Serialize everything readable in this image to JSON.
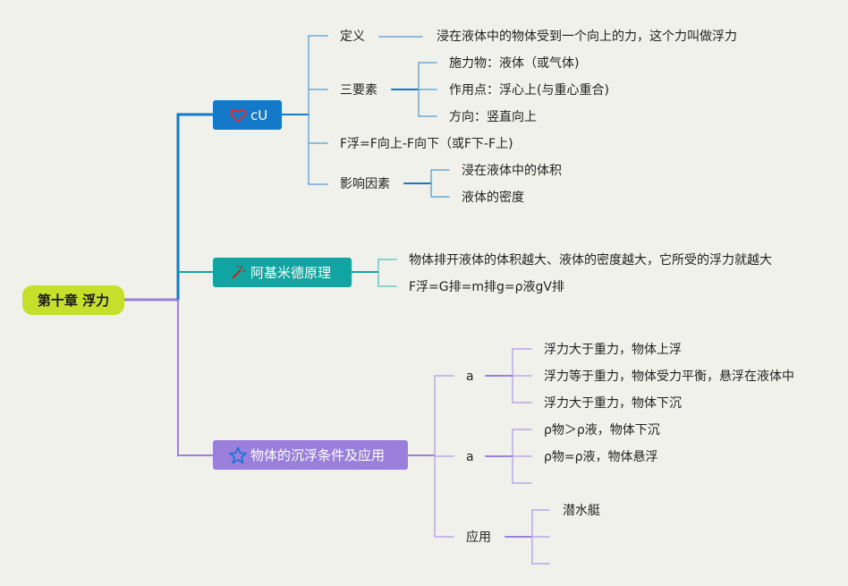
{
  "root": {
    "label": "第十章 浮力"
  },
  "branches": [
    {
      "label": "cU",
      "icon": "heart-icon",
      "color": "#1479c9",
      "children": [
        {
          "label": "定义",
          "children": [
            "浸在液体中的物体受到一个向上的力，这个力叫做浮力"
          ]
        },
        {
          "label": "三要素",
          "children": [
            "施力物：液体（或气体)",
            "作用点：浮心上(与重心重合)",
            "方向：竖直向上"
          ]
        },
        {
          "label": "F浮=F向上-F向下（或F下-F上)"
        },
        {
          "label": "影响因素",
          "children": [
            "浸在液体中的体积",
            "液体的密度"
          ]
        }
      ]
    },
    {
      "label": "阿基米德原理",
      "icon": "magic-wand-icon",
      "color": "#10a5a2",
      "children": [
        {
          "label": "物体排开液体的体积越大、液体的密度越大，它所受的浮力就越大"
        },
        {
          "label": "F浮=G排=m排g=ρ液gV排"
        }
      ]
    },
    {
      "label": "物体的沉浮条件及应用",
      "icon": "star-icon",
      "color": "#9a80dc",
      "children": [
        {
          "label": "a",
          "children": [
            "浮力大于重力，物体上浮",
            "浮力等于重力，物体受力平衡，悬浮在液体中",
            "浮力大于重力，物体下沉"
          ]
        },
        {
          "label": "a",
          "children": [
            "ρ物＞ρ液，物体下沉",
            "ρ物=ρ液，物体悬浮",
            ""
          ]
        },
        {
          "label": "应用",
          "children": [
            "潜水艇",
            "",
            ""
          ]
        }
      ]
    }
  ]
}
